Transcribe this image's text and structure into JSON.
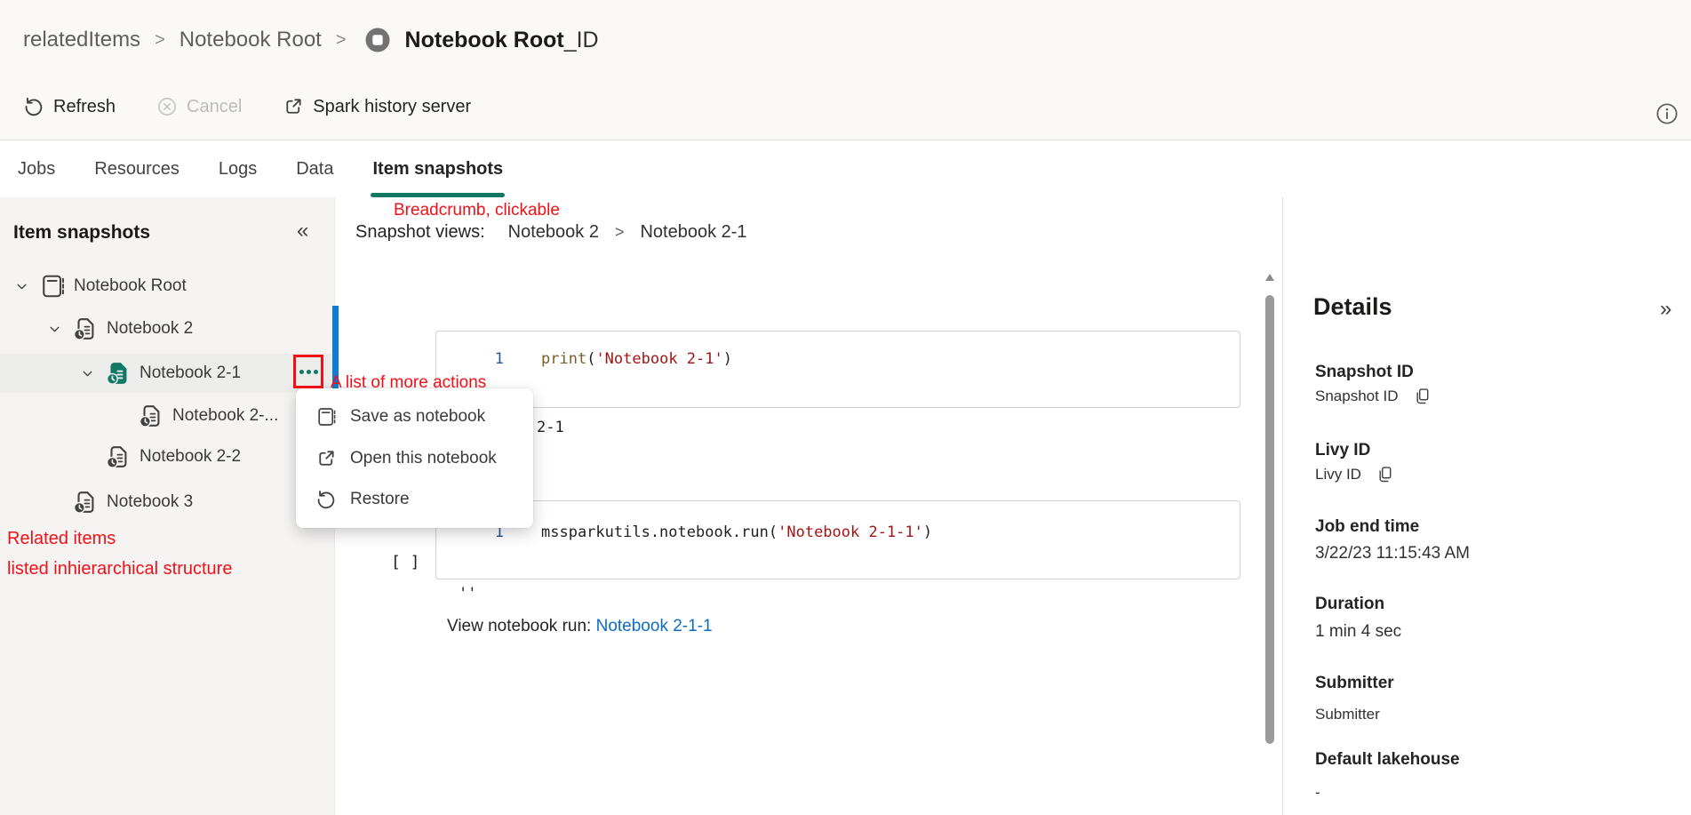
{
  "header": {
    "breadcrumb": [
      "relatedItems",
      "Notebook Root"
    ],
    "separator": ">",
    "title": "Notebook Root",
    "title_suffix": "_ID"
  },
  "toolbar": {
    "refresh_label": "Refresh",
    "cancel_label": "Cancel",
    "spark_history_label": "Spark history server"
  },
  "tabs": [
    {
      "label": "Jobs"
    },
    {
      "label": "Resources"
    },
    {
      "label": "Logs"
    },
    {
      "label": "Data"
    },
    {
      "label": "Item snapshots"
    }
  ],
  "left_panel": {
    "title": "Item snapshots",
    "collapse_icon": "«",
    "tree": [
      {
        "label": "Notebook Root"
      },
      {
        "label": "Notebook 2"
      },
      {
        "label": "Notebook 2-1"
      },
      {
        "label": "Notebook 2-..."
      },
      {
        "label": "Notebook 2-2"
      },
      {
        "label": "Notebook 3"
      }
    ]
  },
  "annotations": {
    "breadcrumb": "Breadcrumb, clickable",
    "more_actions": "A list of more actions",
    "related_line1": "Related items",
    "related_line2": "listed inhierarchical structure"
  },
  "snapshot_view": {
    "label": "Snapshot views:",
    "separator": ">",
    "crumbs": [
      "Notebook 2",
      "Notebook 2-1"
    ],
    "cells": [
      {
        "line_no": "1",
        "tokens": [
          {
            "text": "print"
          },
          {
            "text": "("
          },
          {
            "text": "'Notebook 2-1'"
          },
          {
            "text": ")"
          }
        ]
      },
      {
        "gutter": "[ ]",
        "line_no": "1",
        "tokens": [
          {
            "text": "mssparkutils.notebook.run"
          },
          {
            "text": "("
          },
          {
            "text": "'Notebook 2-1-1'"
          },
          {
            "text": ")"
          }
        ]
      }
    ],
    "output_1": "2-1",
    "output_2": "''",
    "view_run_label": "View notebook run: ",
    "view_run_link": "Notebook 2-1-1"
  },
  "context_menu": {
    "items": [
      {
        "label": "Save as notebook",
        "icon": "notebook-icon"
      },
      {
        "label": "Open this notebook",
        "icon": "open-external-icon"
      },
      {
        "label": "Restore",
        "icon": "restore-icon"
      }
    ]
  },
  "details": {
    "title": "Details",
    "collapse_icon": "»",
    "fields": [
      {
        "label": "Snapshot ID",
        "value": "Snapshot ID",
        "copy": true
      },
      {
        "label": "Livy ID",
        "value": "Livy ID",
        "copy": true
      },
      {
        "label": "Job end time",
        "value": "3/22/23 11:15:43 AM"
      },
      {
        "label": "Duration",
        "value": "1 min 4 sec"
      },
      {
        "label": "Submitter",
        "value": "Submitter"
      },
      {
        "label": "Default lakehouse",
        "value": "-"
      }
    ]
  },
  "colors": {
    "accent_teal": "#117865",
    "annotation_red": "#f01118",
    "selection_blue": "#0f7cd4",
    "link_blue": "#0f6cbd",
    "code_keyword": "#795e26",
    "code_string": "#a31515"
  }
}
